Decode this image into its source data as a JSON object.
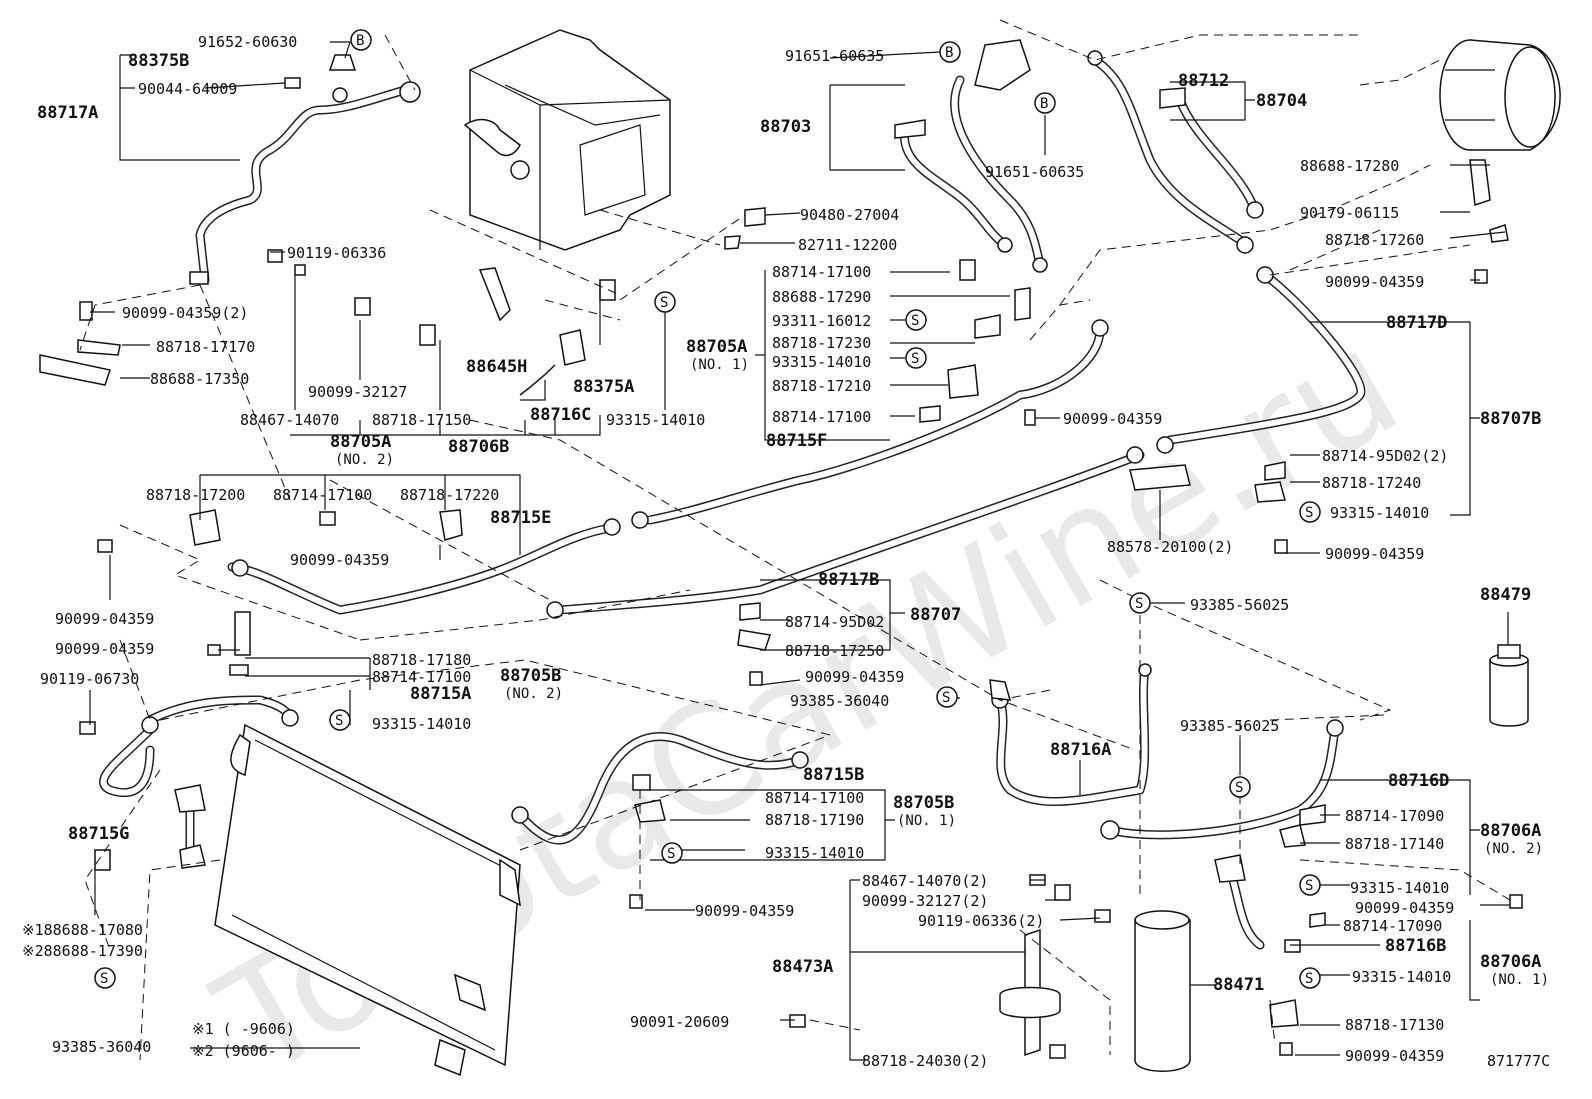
{
  "watermark": "ToyotaCarWine.ru",
  "diagram_code": "871777C",
  "markers": {
    "b": "B",
    "s": "S"
  },
  "labels": {
    "p91652_60630": "91652-60630",
    "p88375B": "88375B",
    "p90044_64009": "90044-64009",
    "p88717A": "88717A",
    "p90099_04359_2_a": "90099-04359(2)",
    "p88718_17170": "88718-17170",
    "p88688_17350": "88688-17350",
    "p90119_06336": "90119-06336",
    "p90099_32127": "90099-32127",
    "p88467_14070": "88467-14070",
    "p88718_17150": "88718-17150",
    "p88645H": "88645H",
    "p88375A": "88375A",
    "p88716C": "88716C",
    "p93315_14010_top": "93315-14010",
    "p88705A_no2": "88705A",
    "p88705A_no2_sub": "(NO. 2)",
    "p88706B": "88706B",
    "p90480_27004": "90480-27004",
    "p82711_12200": "82711-12200",
    "p91651_60635_a": "91651-60635",
    "p88703": "88703",
    "p91651_60635_b": "91651-60635",
    "p88712": "88712",
    "p88704": "88704",
    "p88714_17100_a": "88714-17100",
    "p88688_17290": "88688-17290",
    "p93311_16012": "93311-16012",
    "p88718_17230": "88718-17230",
    "p93315_14010_b": "93315-14010",
    "p88718_17210": "88718-17210",
    "p88714_17100_b": "88714-17100",
    "p88715F": "88715F",
    "p88705A_no1": "88705A",
    "p88705A_no1_sub": "(NO. 1)",
    "p90099_04359_mid": "90099-04359",
    "p88688_17280": "88688-17280",
    "p90179_06115": "90179-06115",
    "p88718_17260": "88718-17260",
    "p90099_04359_r1": "90099-04359",
    "p88717D": "88717D",
    "p88707B": "88707B",
    "p88714_95D02_2": "88714-95D02(2)",
    "p88718_17240": "88718-17240",
    "p93315_14010_r": "93315-14010",
    "p88578_20100": "88578-20100(2)",
    "p90099_04359_r2": "90099-04359",
    "p88718_17200": "88718-17200",
    "p88714_17100_c": "88714-17100",
    "p88718_17220": "88718-17220",
    "p88715E": "88715E",
    "p90099_04359_c": "90099-04359",
    "p90099_04359_l1": "90099-04359",
    "p90099_04359_l2": "90099-04359",
    "p88718_17180": "88718-17180",
    "p88714_17100_d": "88714-17100",
    "p88705B_no2": "88705B",
    "p88705B_no2_sub": "(NO. 2)",
    "p90119_06730": "90119-06730",
    "p88715A": "88715A",
    "p93315_14010_l": "93315-14010",
    "p88717B": "88717B",
    "p88714_95D02": "88714-95D02",
    "p88718_17250": "88718-17250",
    "p88707": "88707",
    "p90099_04359_c2": "90099-04359",
    "p93385_36040_a": "93385-36040",
    "p93385_56025_a": "93385-56025",
    "p88479": "88479",
    "p88716A": "88716A",
    "p93385_56025_b": "93385-56025",
    "p88716D": "88716D",
    "p88714_17090_a": "88714-17090",
    "p88718_17140": "88718-17140",
    "p88706A_no2": "88706A",
    "p88706A_no2_sub": "(NO. 2)",
    "p93315_14010_d": "93315-14010",
    "p90099_04359_d": "90099-04359",
    "p88714_17090_b": "88714-17090",
    "p88716B": "88716B",
    "p88706A_no1": "88706A",
    "p88706A_no1_sub": "(NO. 1)",
    "p88471": "88471",
    "p93315_14010_e": "93315-14010",
    "p88718_17130": "88718-17130",
    "p90099_04359_e": "90099-04359",
    "p88715B": "88715B",
    "p88714_17100_e": "88714-17100",
    "p88718_17190": "88718-17190",
    "p93315_14010_f": "93315-14010",
    "p88705B_no1": "88705B",
    "p88705B_no1_sub": "(NO. 1)",
    "p90099_04359_f": "90099-04359",
    "p88467_14070_2": "88467-14070(2)",
    "p90099_32127_2": "90099-32127(2)",
    "p90119_06336_2": "90119-06336(2)",
    "p88473A": "88473A",
    "p90091_20609": "90091-20609",
    "p88718_24030_2": "88718-24030(2)",
    "p88715G": "88715G",
    "p88688_17080": "※188688-17080",
    "p88688_17390": "※288688-17390",
    "p93385_36040_b": "93385-36040",
    "note1": "※1 (    -9606)",
    "note2": "※2 (9606-      )"
  }
}
